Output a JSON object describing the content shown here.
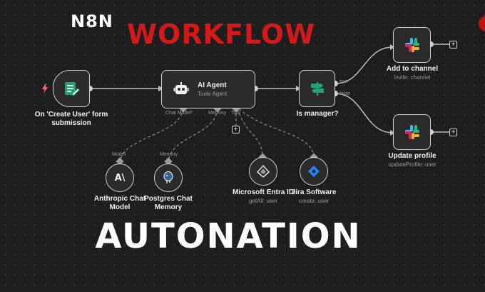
{
  "brand": "N8N",
  "headline_top": "WORKFLOW",
  "headline_bottom": "AUTONATION",
  "nodes": {
    "trigger": {
      "title": "On 'Create User' form submission",
      "icon": "form-icon"
    },
    "agent": {
      "title": "AI Agent",
      "subtitle": "Tools Agent",
      "icon": "robot-icon"
    },
    "switch": {
      "title": "Is manager?",
      "icon": "signpost-icon",
      "out_true": "true",
      "out_false": "false"
    },
    "add_channel": {
      "title": "Add to channel",
      "subtitle": "invite: channel",
      "icon": "slack-icon"
    },
    "update_profile": {
      "title": "Update profile",
      "subtitle": "updateProfile: user",
      "icon": "slack-icon"
    },
    "anthropic": {
      "title": "Anthropic Chat Model",
      "port": "Model",
      "icon": "anthropic-icon"
    },
    "postgres": {
      "title": "Postgres Chat Memory",
      "port": "Memory",
      "icon": "postgres-icon"
    },
    "entra": {
      "title": "Microsoft Entra ID",
      "subtitle": "getAll: user",
      "icon": "entra-icon"
    },
    "jira": {
      "title": "Jira Software",
      "subtitle": "create: user",
      "icon": "jira-icon"
    }
  },
  "agent_ports": {
    "chat_model": "Chat Model*",
    "memory": "Memory",
    "tool": "Tool"
  },
  "colors": {
    "background": "#1e1e1e",
    "accent_red": "#d11a1a",
    "trigger_green": "#1aa56b",
    "switch_green": "#1ea672",
    "jira_blue": "#2684ff"
  }
}
